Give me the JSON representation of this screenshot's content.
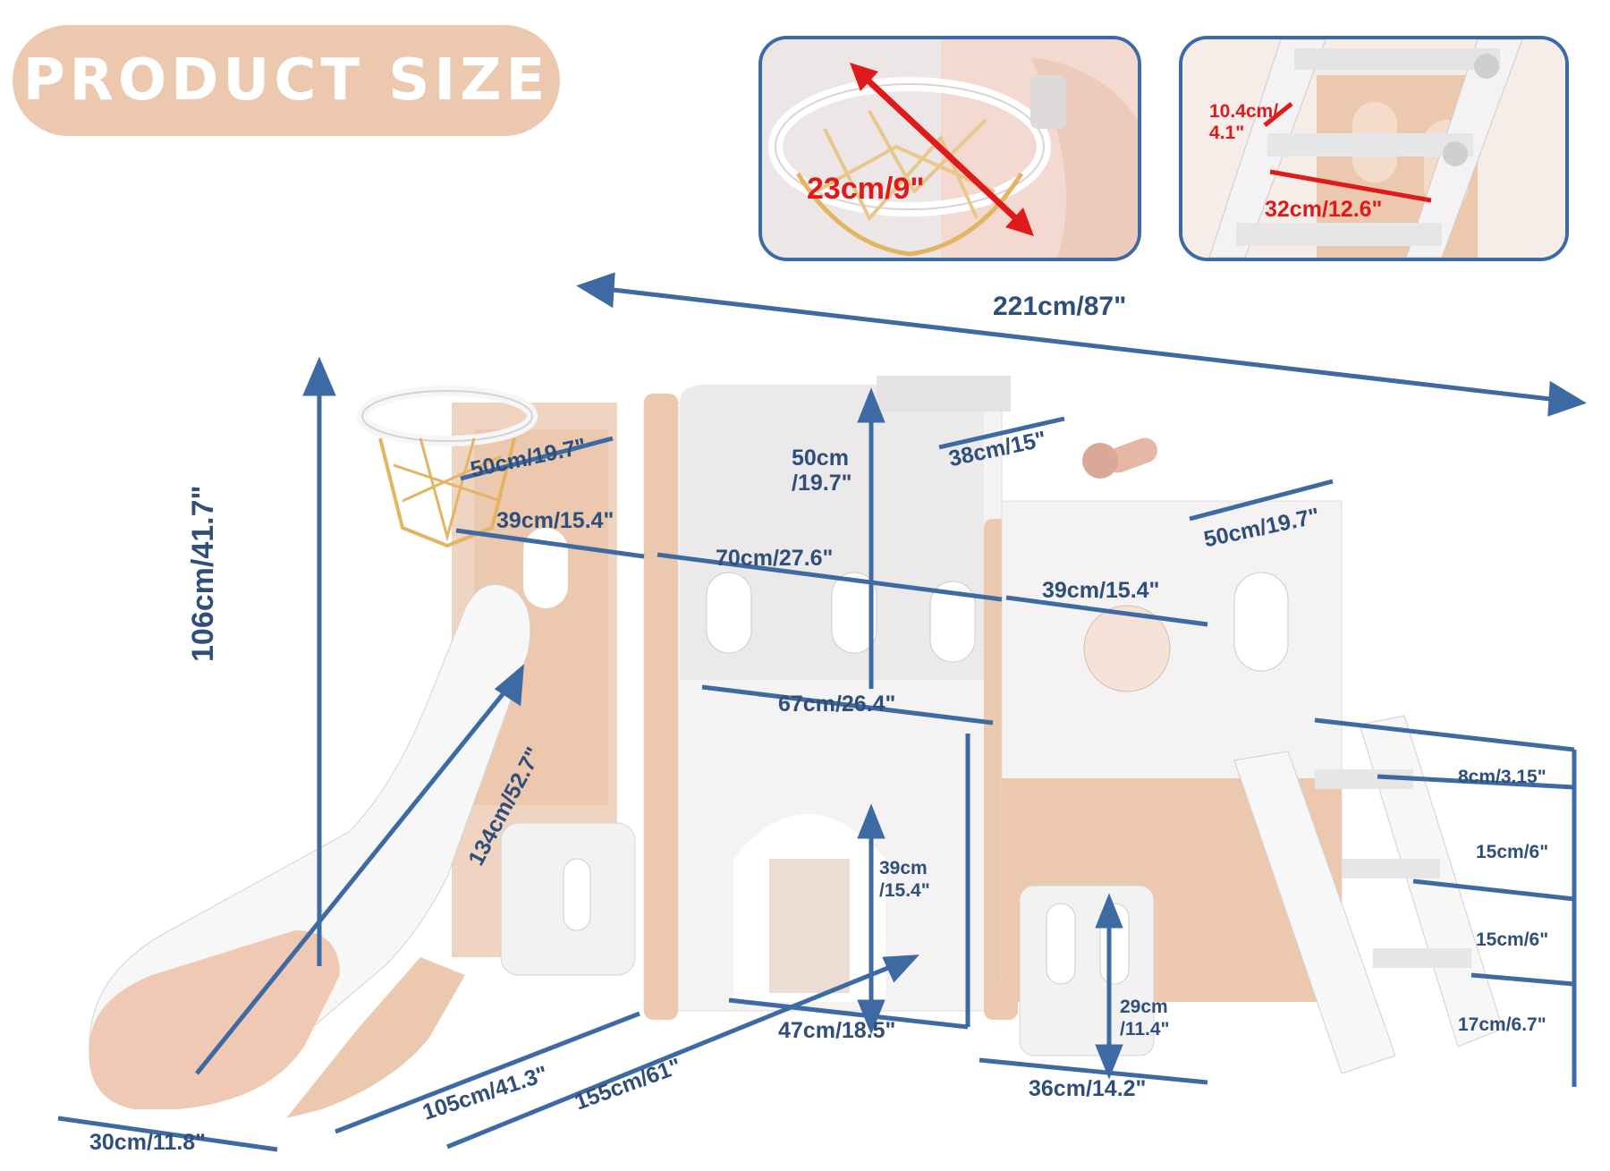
{
  "header": {
    "title": "PRODUCT SIZE"
  },
  "colors": {
    "arrow": "#3d6aa3",
    "label": "#2f4f7a",
    "accent_red": "#e01a1a",
    "pink": "#ecc9ae",
    "panel_white": "#f4f2f2"
  },
  "insets": {
    "hoop": {
      "label": "23cm/9\""
    },
    "ladder": {
      "step_gap_line1": "10.4cm/",
      "step_gap_line2": "4.1\"",
      "step_width": "32cm/12.6\""
    }
  },
  "dimensions": {
    "total_length": "221cm/87\"",
    "height": "106cm/41.7\"",
    "slide_length": "134cm/52.7\"",
    "left_tower_top": "50cm/19.7\"",
    "left_tower_width": "39cm/15.4\"",
    "mid_height_line1": "50cm",
    "mid_height_line2": "/19.7\"",
    "roof_width": "38cm/15\"",
    "mid_span": "70cm/27.6\"",
    "right_tower_top": "50cm/19.7\"",
    "right_tower_width": "39cm/15.4\"",
    "bridge_width": "67cm/26.4\"",
    "arch_height_line1": "39cm",
    "arch_height_line2": "/15.4\"",
    "door_height_line1": "29cm",
    "door_height_line2": "/11.4\"",
    "arch_depth": "47cm/18.5\"",
    "slide_width": "30cm/11.8\"",
    "slide_base": "105cm/41.3\"",
    "depth": "155cm/61\"",
    "right_base": "36cm/14.2\"",
    "step_1": "8cm/3.15\"",
    "step_2": "15cm/6\"",
    "step_3": "15cm/6\"",
    "step_4": "17cm/6.7\""
  }
}
